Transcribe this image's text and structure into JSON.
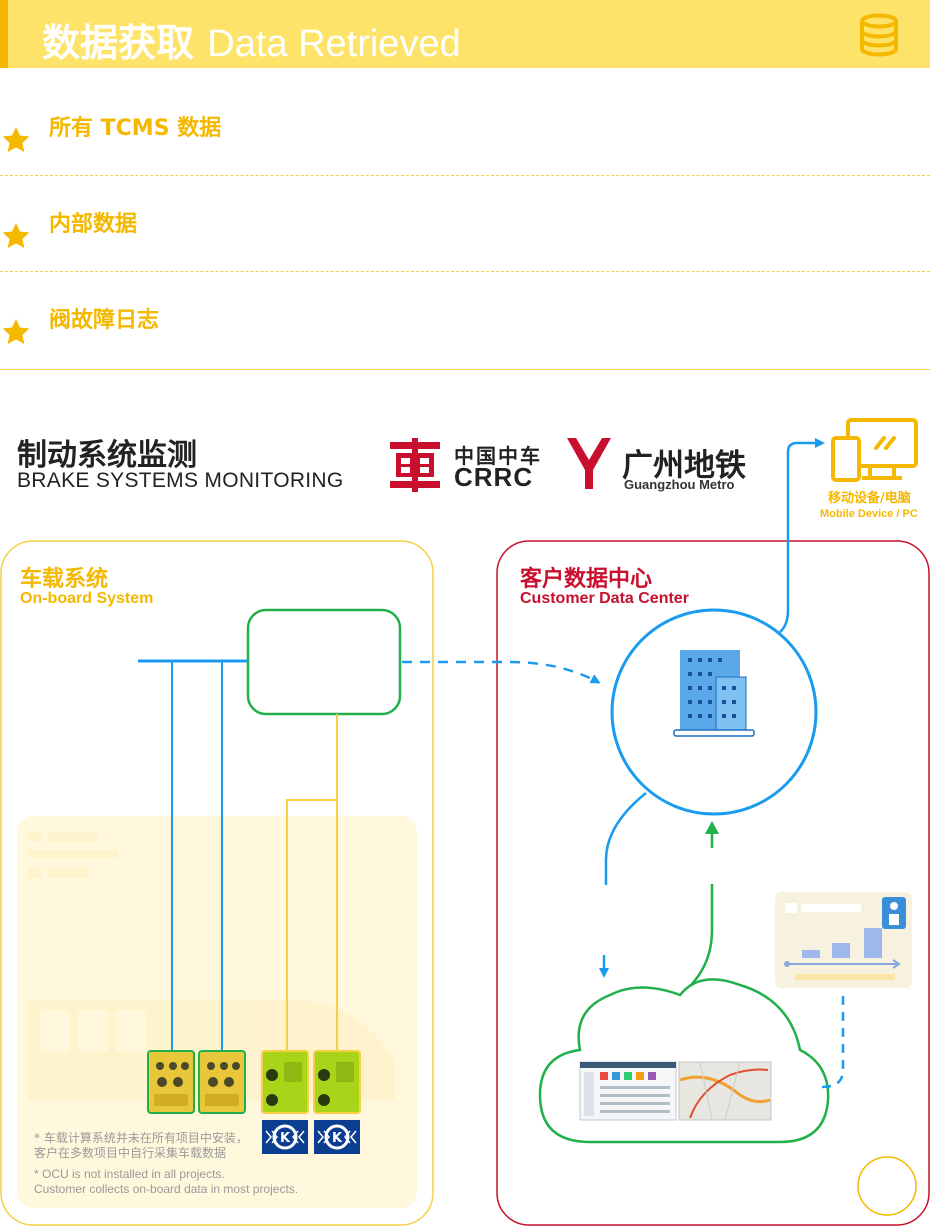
{
  "header": {
    "title_cn": "数据获取",
    "title_en": "Data Retrieved",
    "icon": "database-icon"
  },
  "features": [
    {
      "label": "所有 TCMS 数据",
      "icon": "star-icon"
    },
    {
      "label": "内部数据",
      "icon": "star-icon"
    },
    {
      "label": "阀故障日志",
      "icon": "star-icon"
    }
  ],
  "brand": {
    "title_cn": "制动系统监测",
    "title_en": "BRAKE SYSTEMS MONITORING"
  },
  "logos": {
    "crrc_cn": "中国中车",
    "crrc_en": "CRRC",
    "gz_cn": "广州地铁",
    "gz_en": "Guangzhou Metro"
  },
  "mobile": {
    "label_cn": "移动设备/电脑",
    "label_en": "Mobile Device / PC"
  },
  "onboard": {
    "title_cn": "车载系统",
    "title_en": "On-board System",
    "note_cn_1": "* 车载计算系统并未在所有项目中安装，",
    "note_cn_2": "客户在多数项目中自行采集车载数据",
    "note_en_1": "* OCU is not installed in all projects.",
    "note_en_2": "Customer collects on-board data in most projects."
  },
  "datacenter": {
    "title_cn": "客户数据中心",
    "title_en": "Customer Data Center"
  },
  "colors": {
    "yellow": "#f5b800",
    "yellow_light": "#fde36a",
    "blue": "#1a9bf0",
    "green": "#22b04b",
    "red": "#c8102e",
    "device_green": "#a8d41a"
  }
}
